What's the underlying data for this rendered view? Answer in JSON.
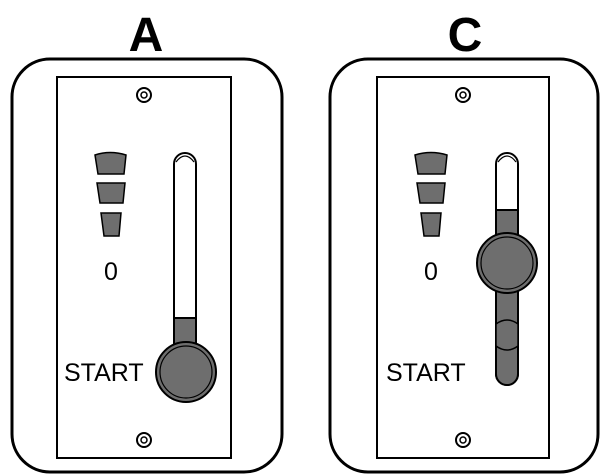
{
  "panels": [
    {
      "letter": "A",
      "zero_label": "0",
      "start_label": "START",
      "knob_position": "start"
    },
    {
      "letter": "C",
      "zero_label": "0",
      "start_label": "START",
      "knob_position": "middle"
    }
  ],
  "colors": {
    "outline": "#000000",
    "fill": "#ffffff",
    "indicator": "#6e6e6e",
    "knob": "#6e6e6e",
    "track_filled": "#6e6e6e",
    "track_empty": "#ffffff"
  },
  "icons": {
    "screw": "screw-icon",
    "level_bars": "level-indicator-icon"
  }
}
